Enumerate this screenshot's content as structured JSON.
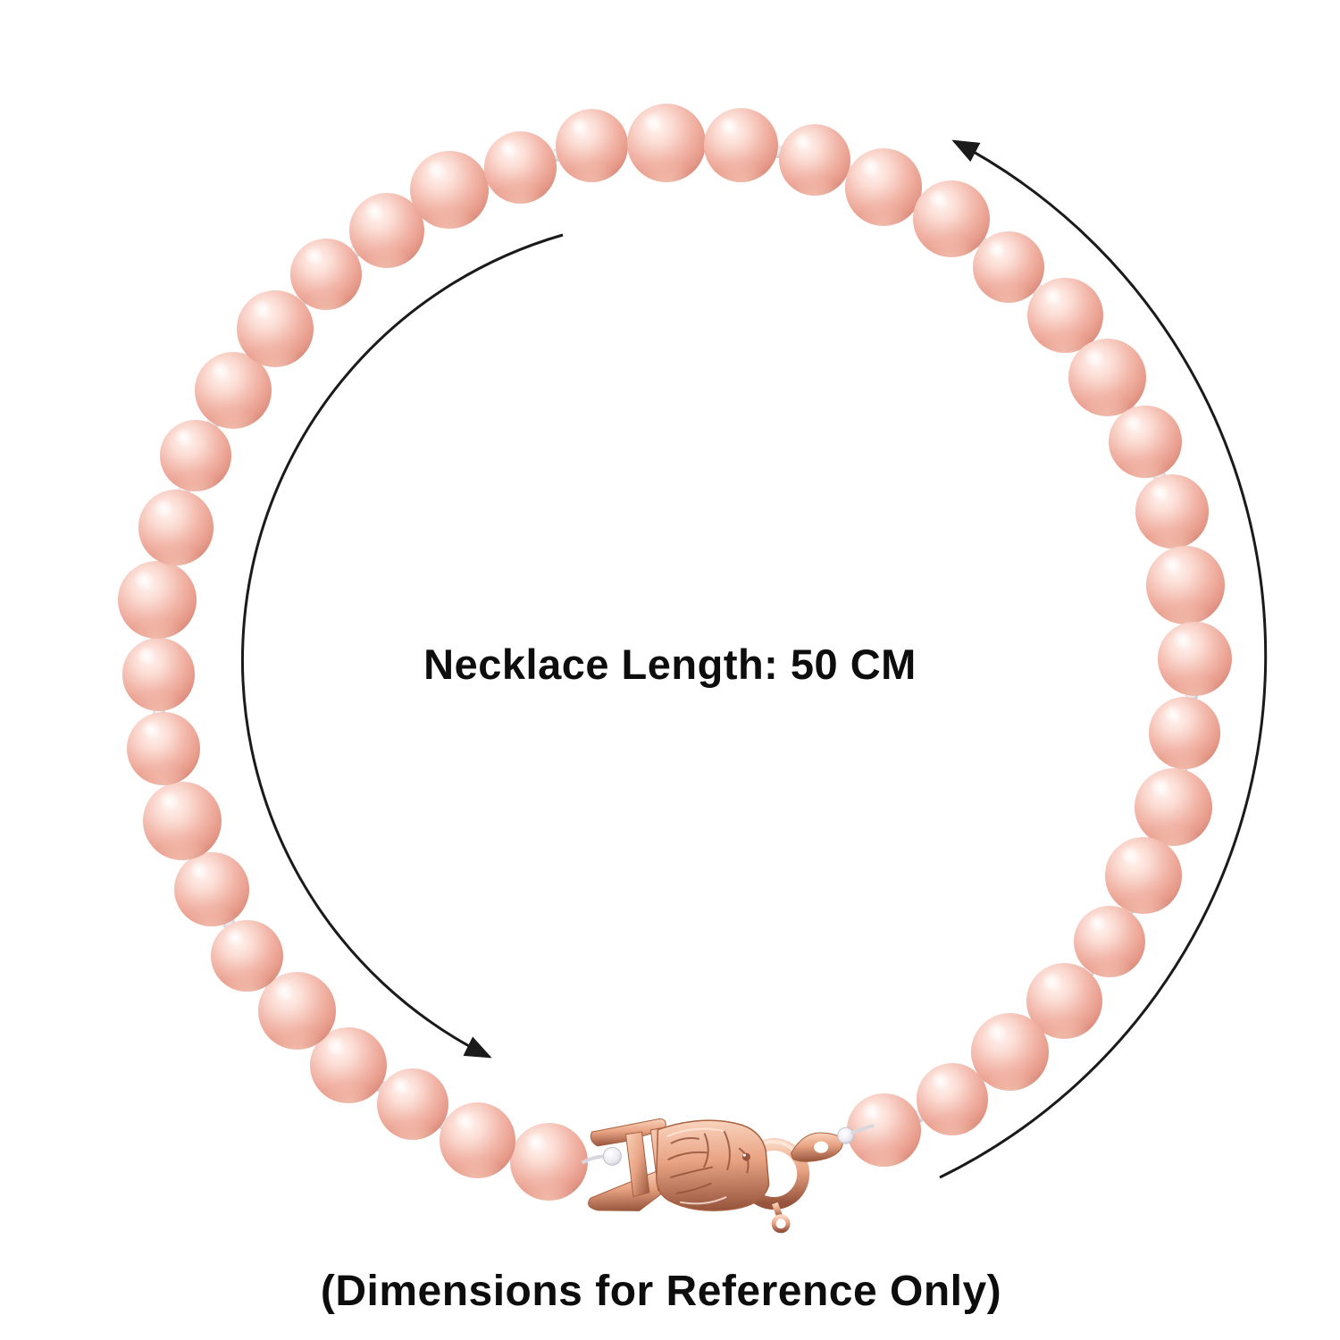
{
  "page": {
    "background": "#ffffff"
  },
  "annotations": {
    "center_label": "Necklace Length: 50 CM",
    "footer_label": "(Dimensions for Reference Only)",
    "text_color": "#0d0d0d"
  },
  "necklace": {
    "description": "pink shell pearl strand arranged in a circle",
    "pearl_count": 40,
    "pearl_color": "#f2b6a9",
    "pearl_highlight": "#fff3ef",
    "pearl_midtone": "#e89c8b",
    "pearl_shadow": "#cd7f6f",
    "pearl_reflection": "#f7c9ba",
    "knot_color": "#d8d6dc",
    "clasp": {
      "type": "dragon-head spring-ring clasp",
      "color_light": "#f9d3bd",
      "color_base": "#e8a383",
      "color_dark": "#c07а5a",
      "color_deep": "#96543c",
      "thread_color": "#eceaf0"
    }
  },
  "arrows": {
    "count": 2,
    "direction": "counterclockwise",
    "color": "#1a1a1a"
  }
}
